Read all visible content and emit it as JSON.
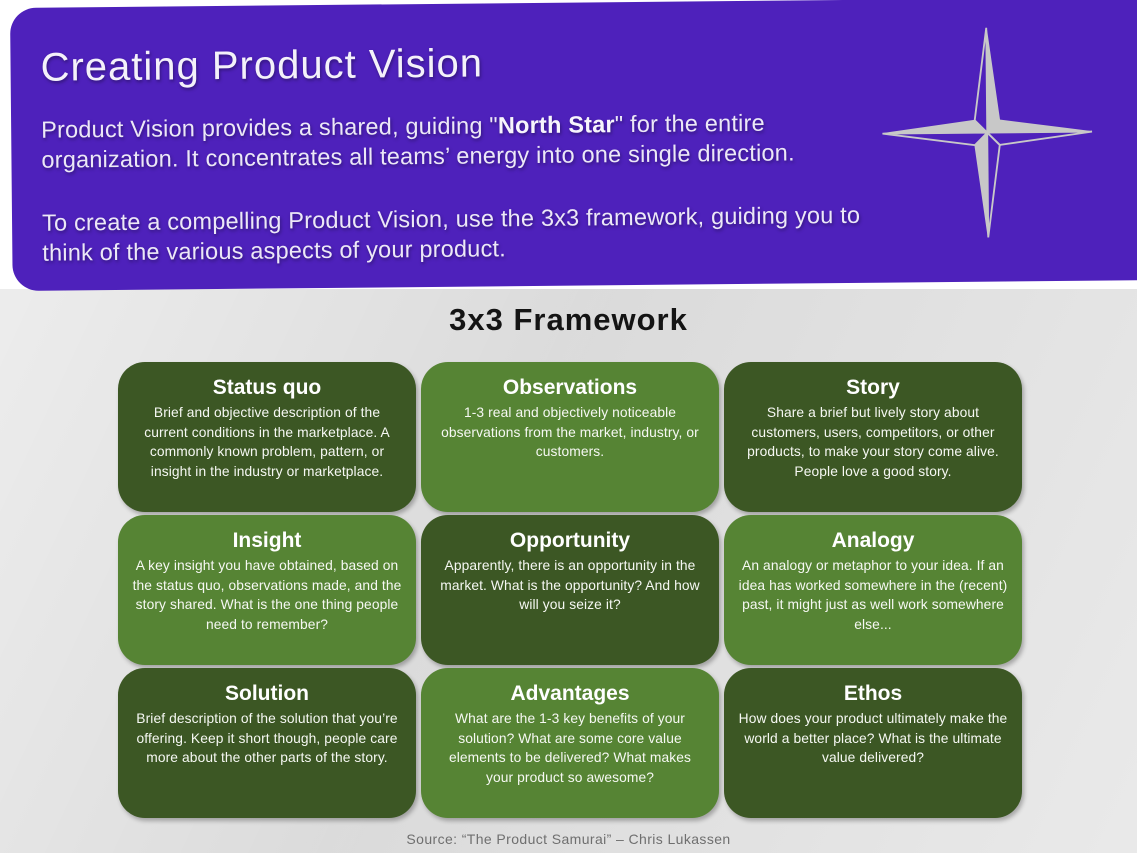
{
  "slide": {
    "header": {
      "title": "Creating Product Vision",
      "paragraph1_before": "Product Vision provides a shared, guiding \"",
      "paragraph1_bold": "North Star",
      "paragraph1_after": "\" for the entire organization. It concentrates all teams’ energy into one single direction.",
      "paragraph2": "To create a compelling Product Vision, use the 3x3 framework, guiding you to think of the various aspects of your product.",
      "background_color": "#4e21bb",
      "star_icon_color": "#c8c8c8"
    },
    "framework": {
      "title": "3x3 Framework",
      "colors": {
        "dark_green": "#3c5724",
        "light_green": "#568434",
        "background": "#dedede"
      },
      "cells": [
        {
          "title": "Status quo",
          "description": "Brief and objective description of the current conditions in the marketplace. A commonly known problem, pattern, or insight in the industry or marketplace.",
          "tone": "dark"
        },
        {
          "title": "Observations",
          "description": "1-3 real and objectively noticeable observations from the market, industry, or customers.",
          "tone": "light"
        },
        {
          "title": "Story",
          "description": "Share a brief but lively story about customers, users, competitors, or other products, to make your story come alive. People love a good story.",
          "tone": "dark"
        },
        {
          "title": "Insight",
          "description": "A key insight you have obtained, based on the status quo, observations made, and the story shared. What is the one thing people need to remember?",
          "tone": "light"
        },
        {
          "title": "Opportunity",
          "description": "Apparently, there is an opportunity in the market. What is the opportunity? And how will you seize it?",
          "tone": "dark"
        },
        {
          "title": "Analogy",
          "description": "An analogy or metaphor to your idea. If an idea has worked somewhere in the (recent) past, it might just as well work somewhere else...",
          "tone": "light"
        },
        {
          "title": "Solution",
          "description": "Brief description of the solution that you’re offering. Keep it short though, people care more about the other parts of the story.",
          "tone": "dark"
        },
        {
          "title": "Advantages",
          "description": "What are the 1-3 key benefits of your solution? What are some core value elements to be delivered? What makes your product so awesome?",
          "tone": "light"
        },
        {
          "title": "Ethos",
          "description": "How does your product ultimately make the world a better place? What is the ultimate value delivered?",
          "tone": "dark"
        }
      ]
    },
    "source": "Source: “The Product Samurai” – Chris Lukassen"
  }
}
